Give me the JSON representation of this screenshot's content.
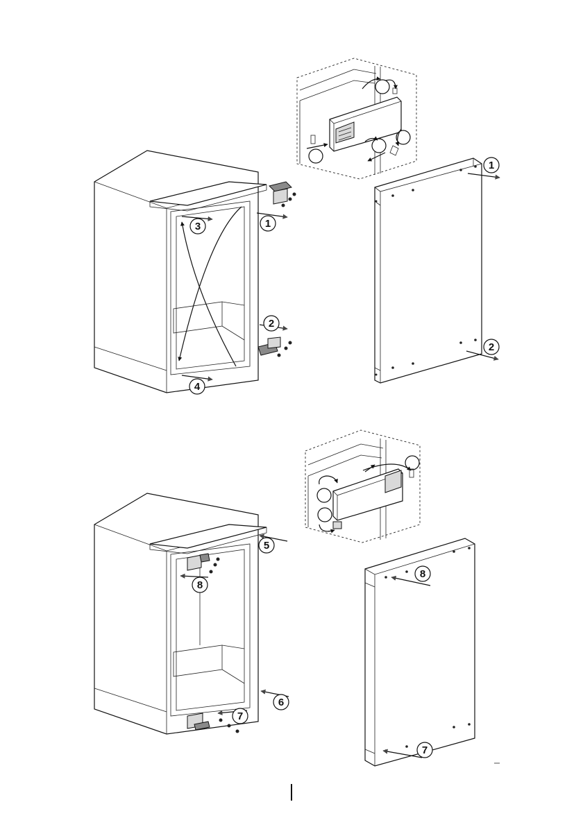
{
  "steps": {
    "top": [
      "1",
      "2",
      "3",
      "4"
    ],
    "bottom": [
      "5",
      "6",
      "7",
      "8"
    ]
  }
}
